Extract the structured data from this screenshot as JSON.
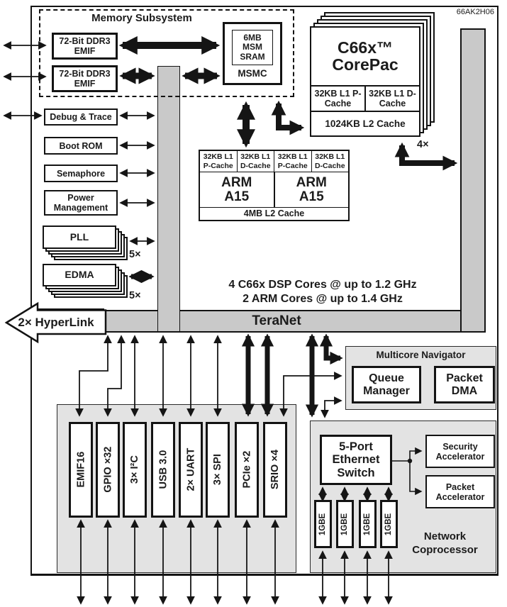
{
  "chip_label": "66AK2H06",
  "memory": {
    "title": "Memory Subsystem",
    "ddr_emif_1": "72-Bit DDR3 EMIF",
    "ddr_emif_2": "72-Bit DDR3 EMIF",
    "msm_sram": "6MB MSM SRAM",
    "msmc": "MSMC"
  },
  "left_column": {
    "debug": "Debug & Trace",
    "boot_rom": "Boot ROM",
    "semaphore": "Semaphore",
    "power": "Power Management",
    "pll": "PLL",
    "pll_mult": "5×",
    "edma": "EDMA",
    "edma_mult": "5×"
  },
  "corepac": {
    "title": "C66x™",
    "subtitle": "CorePac",
    "p_cache": "32KB L1 P-Cache",
    "d_cache": "32KB L1 D-Cache",
    "l2": "1024KB L2 Cache",
    "mult": "4×"
  },
  "arm": {
    "caches": [
      "32KB L1 P-Cache",
      "32KB L1 D-Cache",
      "32KB L1 P-Cache",
      "32KB L1 D-Cache"
    ],
    "cores": [
      "ARM A15",
      "ARM A15"
    ],
    "l2": "4MB L2 Cache"
  },
  "core_summary": {
    "line1": "4 C66x DSP Cores @ up to 1.2 GHz",
    "line2": "2 ARM Cores @ up to 1.4 GHz"
  },
  "interconnect": {
    "teranet": "TeraNet",
    "hyperlink": "2× HyperLink"
  },
  "navigator": {
    "title": "Multicore Navigator",
    "queue_manager": "Queue Manager",
    "packet_dma": "Packet DMA"
  },
  "peripherals": [
    "EMIF16",
    "GPIO ×32",
    "3× I²C",
    "USB 3.0",
    "2× UART",
    "3× SPI",
    "PCIe ×2",
    "SRIO ×4"
  ],
  "network": {
    "title": "Network Coprocessor",
    "ethernet_switch": "5-Port Ethernet Switch",
    "security_accel": "Security Accelerator",
    "packet_accel": "Packet Accelerator",
    "gbe": [
      "1GBE",
      "1GBE",
      "1GBE",
      "1GBE"
    ]
  },
  "colors": {
    "bar_gray": "#c9c9c9",
    "panel_gray": "#e3e3e3",
    "line": "#151515"
  }
}
